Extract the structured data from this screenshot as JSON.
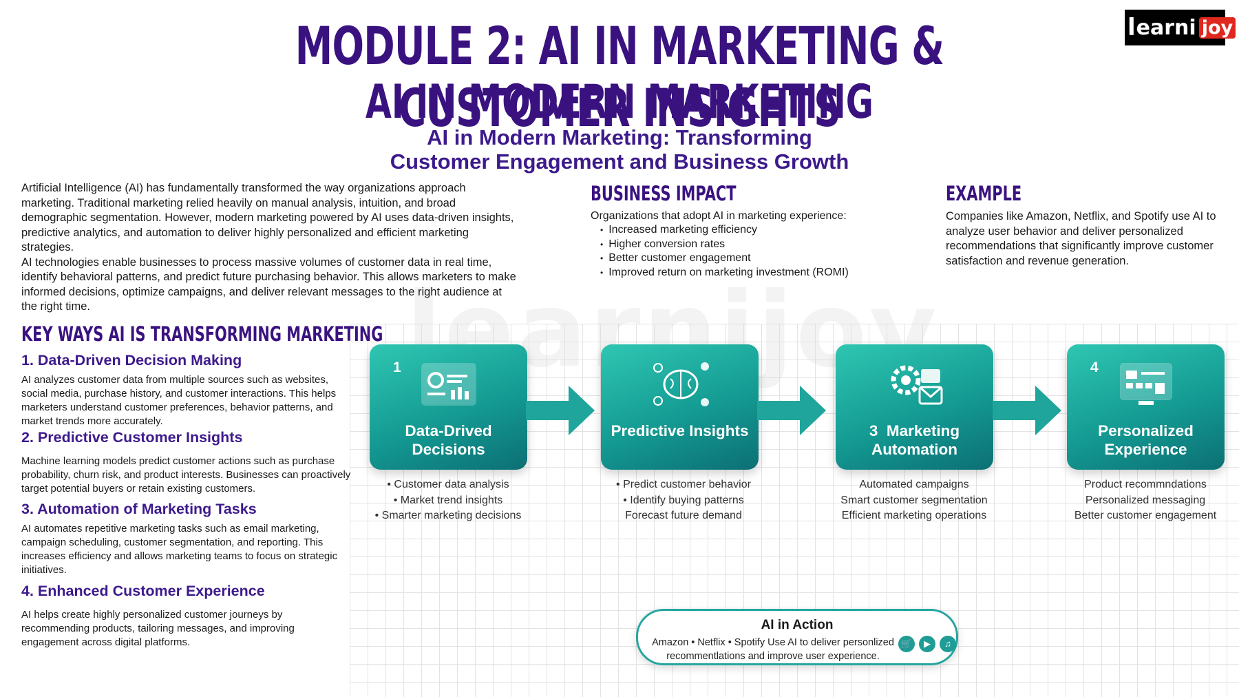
{
  "logo": {
    "part1": "earni",
    "part2": "joy"
  },
  "header": {
    "module_title": "MODULE 2: AI IN MARKETING & CUSTOMER INSIGHTS",
    "section_title": "AI IN MODERN MARKETING",
    "subtitle_line1": "AI in Modern Marketing: Transforming",
    "subtitle_line2": "Customer Engagement and Business Growth"
  },
  "intro": {
    "para1": "Artificial Intelligence (AI) has fundamentally transformed the way organizations approach marketing. Traditional marketing relied heavily on manual analysis, intuition, and broad demographic segmentation. However, modern marketing powered by AI uses data-driven insights, predictive analytics, and automation to deliver highly personalized and efficient marketing strategies.",
    "para2": "AI technologies enable businesses to process massive volumes of customer data in real time, identify behavioral patterns, and predict future purchasing behavior. This allows marketers to make informed decisions, optimize campaigns, and deliver relevant messages to the right audience at the right time."
  },
  "business_impact": {
    "heading": "BUSINESS IMPACT",
    "lead": "Organizations that adopt AI in marketing experience:",
    "items": [
      "Increased marketing efficiency",
      "Higher conversion rates",
      "Better customer engagement",
      "Improved return on marketing investment (ROMI)"
    ]
  },
  "example": {
    "heading": "EXAMPLE",
    "text": "Companies like Amazon, Netflix, and Spotify use AI to analyze user behavior and deliver personalized recommendations that significantly improve customer satisfaction and revenue generation."
  },
  "key_ways": {
    "heading": "KEY WAYS AI IS TRANSFORMING MARKETING",
    "items": [
      {
        "title": "1. Data-Driven Decision Making",
        "text": "AI analyzes customer data from multiple sources such as websites, social media, purchase history, and customer interactions. This helps marketers understand customer preferences, behavior patterns, and market trends more accurately."
      },
      {
        "title": "2. Predictive Customer Insights",
        "text": "Machine learning models predict customer actions such as purchase probability, churn risk, and product interests. Businesses can proactively target potential buyers or retain existing customers."
      },
      {
        "title": "3. Automation of Marketing Tasks",
        "text": "AI automates repetitive marketing tasks such as email marketing, campaign scheduling, customer segmentation, and reporting. This increases efficiency and allows marketing teams to focus on strategic initiatives."
      },
      {
        "title": "4. Enhanced Customer Experience",
        "text": "AI helps create highly personalized customer journeys by recommending products, tailoring messages, and improving engagement across digital platforms."
      }
    ]
  },
  "flow": {
    "cards": [
      {
        "num": "1",
        "label_l1": "Data-Drived",
        "label_l2": "Decisions",
        "icon": "dashboard-icon"
      },
      {
        "num": "",
        "label_l1": "",
        "label_l2": "Predictive Insights",
        "icon": "brain-icon"
      },
      {
        "num": "3",
        "label_l1": "Marketing",
        "label_l2": "Automation",
        "icon": "gear-mail-icon"
      },
      {
        "num": "4",
        "label_l1": "Personalized",
        "label_l2": "Experience",
        "icon": "screen-grid-icon"
      }
    ],
    "bullets": [
      [
        "• Customer data analysis",
        "• Market trend insights",
        "• Smarter marketing decisions"
      ],
      [
        "• Predict customer behavior",
        "• Identify buying patterns",
        "Forecast future demand"
      ],
      [
        "Automated campaigns",
        "Smart customer segmentation",
        "Efficient marketing operations"
      ],
      [
        "Product recommndations",
        "Personalized messaging",
        "Better customer engagement"
      ]
    ]
  },
  "ai_action": {
    "title": "AI in Action",
    "line1": "Amazon • Netflix • Spotify Use AI to deliver personlized",
    "line2": "recommentlations and improve user experience."
  },
  "colors": {
    "title_purple": "#3a1280",
    "teal": "#1f9c96"
  }
}
